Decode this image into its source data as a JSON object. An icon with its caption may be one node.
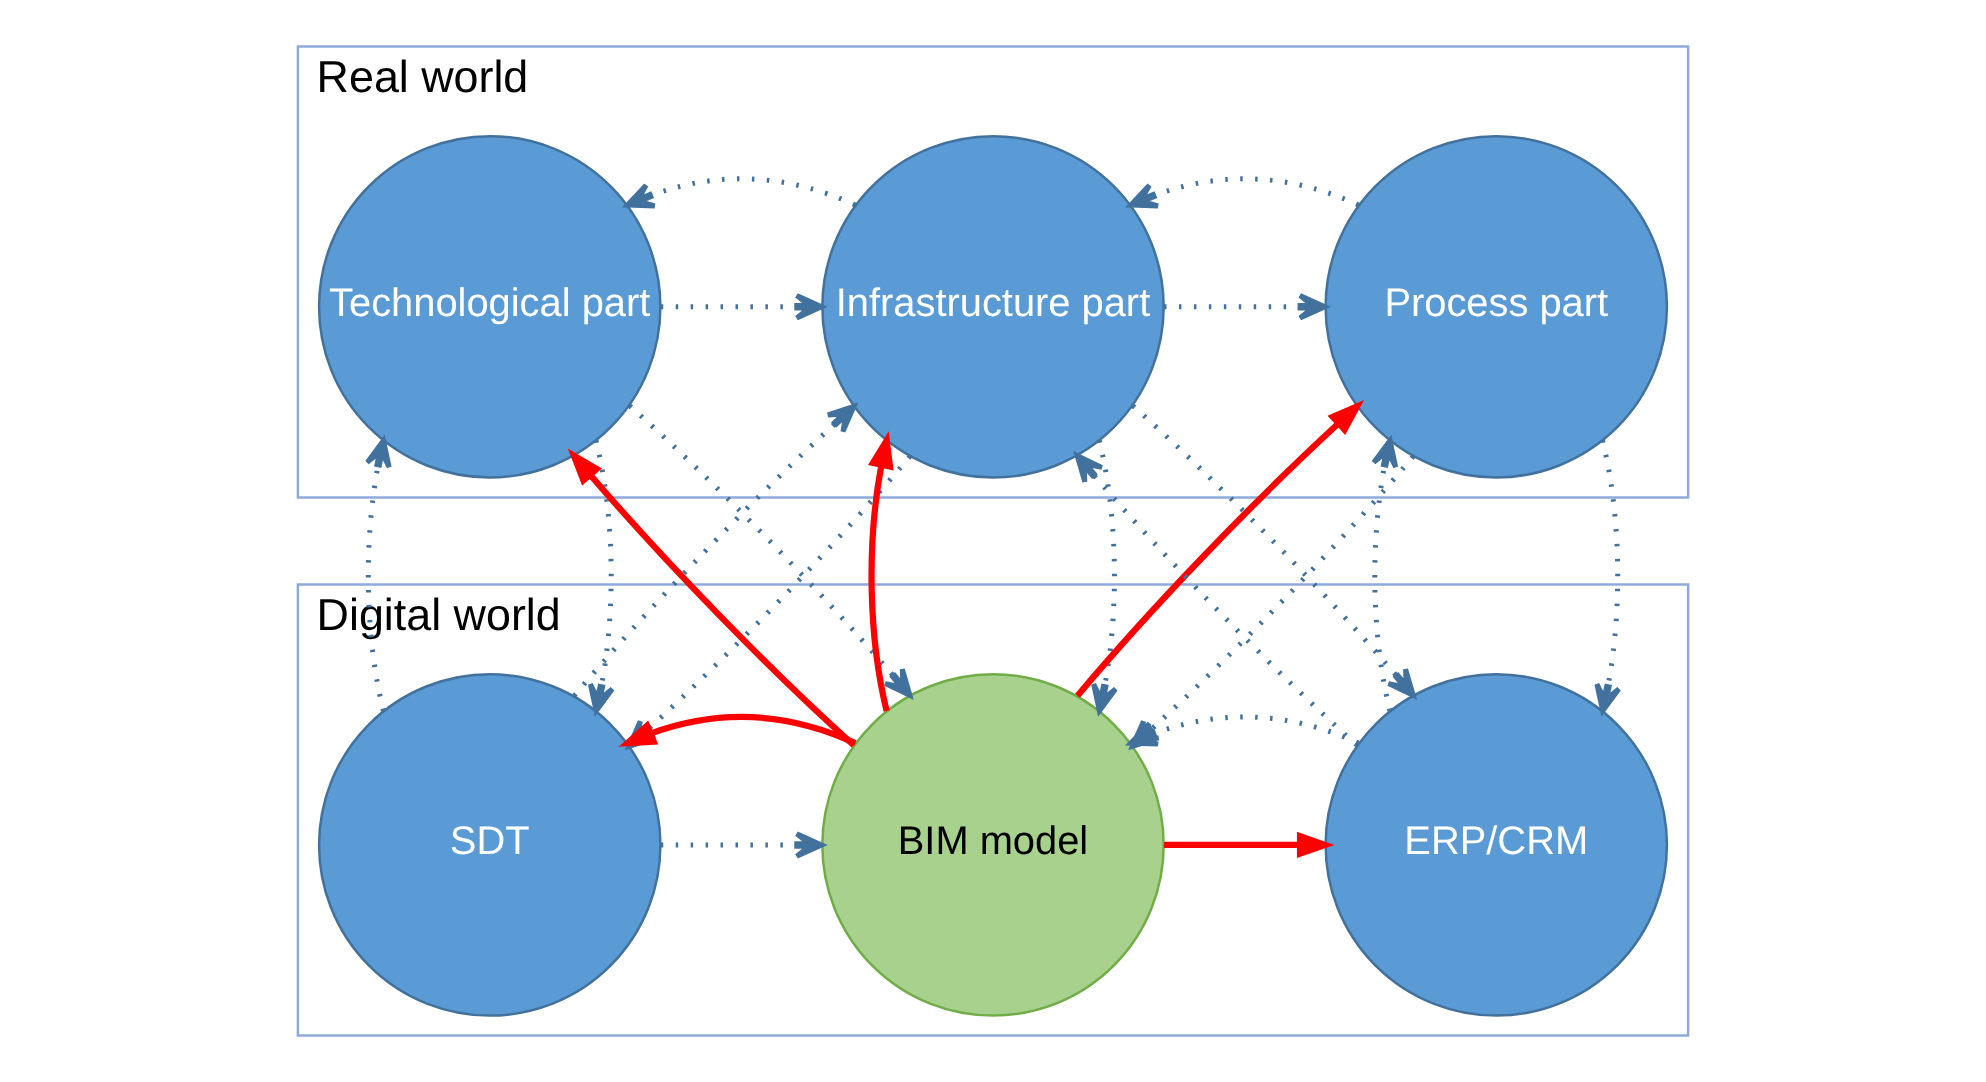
{
  "diagram": {
    "nodes": [
      {
        "text": [
          "Real world"
        ]
      },
      {
        "text": [
          "Technological part"
        ],
        "in": 0
      },
      {
        "text": [
          "Infrastructure part"
        ],
        "in": 0
      },
      {
        "text": [
          "Process part"
        ],
        "in": 0
      },
      {
        "text": [
          "Digital world"
        ]
      },
      {
        "text": [
          "SDT"
        ],
        "in": 4
      },
      {
        "text": [
          "BIM model"
        ],
        "in": 4
      },
      {
        "text": [
          "ERP/CRM"
        ],
        "in": 4
      }
    ],
    "edges": [
      {
        "from": 1,
        "to": 2,
        "arrow": "to",
        "style": "dashed"
      },
      {
        "from": 2,
        "to": 1,
        "arrow": "to",
        "style": "dashed"
      },
      {
        "from": 2,
        "to": 3,
        "arrow": "to",
        "style": "dashed"
      },
      {
        "from": 3,
        "to": 2,
        "arrow": "to",
        "style": "dashed"
      },
      {
        "from": 5,
        "to": 1,
        "arrow": "to",
        "style": "dashed"
      },
      {
        "from": 1,
        "to": 5,
        "arrow": "to",
        "style": "dashed"
      },
      {
        "from": 1,
        "to": 6,
        "arrow": "to",
        "style": "dashed"
      },
      {
        "from": 6,
        "to": 1,
        "arrow": "to",
        "color": "#ff0000"
      },
      {
        "from": 5,
        "to": 2,
        "arrow": "to",
        "style": "dashed"
      },
      {
        "from": 2,
        "to": 5,
        "arrow": "to",
        "style": "dashed"
      },
      {
        "from": 6,
        "to": 2,
        "arrow": "to",
        "color": "#ff0000"
      },
      {
        "from": 2,
        "to": 6,
        "arrow": "to",
        "style": "dashed"
      },
      {
        "from": 7,
        "to": 2,
        "arrow": "to",
        "style": "dashed"
      },
      {
        "from": 2,
        "to": 7,
        "arrow": "to",
        "style": "dashed"
      },
      {
        "from": 6,
        "to": 3,
        "arrow": "to",
        "color": "#ff0000"
      },
      {
        "from": 3,
        "to": 6,
        "arrow": "to",
        "style": "dashed"
      },
      {
        "from": 7,
        "to": 3,
        "arrow": "to",
        "style": "dashed"
      },
      {
        "from": 3,
        "to": 7,
        "arrow": "to",
        "style": "dashed"
      },
      {
        "from": 5,
        "to": 6,
        "arrow": "to",
        "style": "dashed"
      },
      {
        "from": 6,
        "to": 5,
        "arrow": "to",
        "color": "#ff0000"
      },
      {
        "from": 6,
        "to": 7,
        "arrow": "to",
        "color": "#ff0000"
      },
      {
        "from": 7,
        "to": 6,
        "arrow": "to",
        "style": "dashed"
      }
    ]
  }
}
